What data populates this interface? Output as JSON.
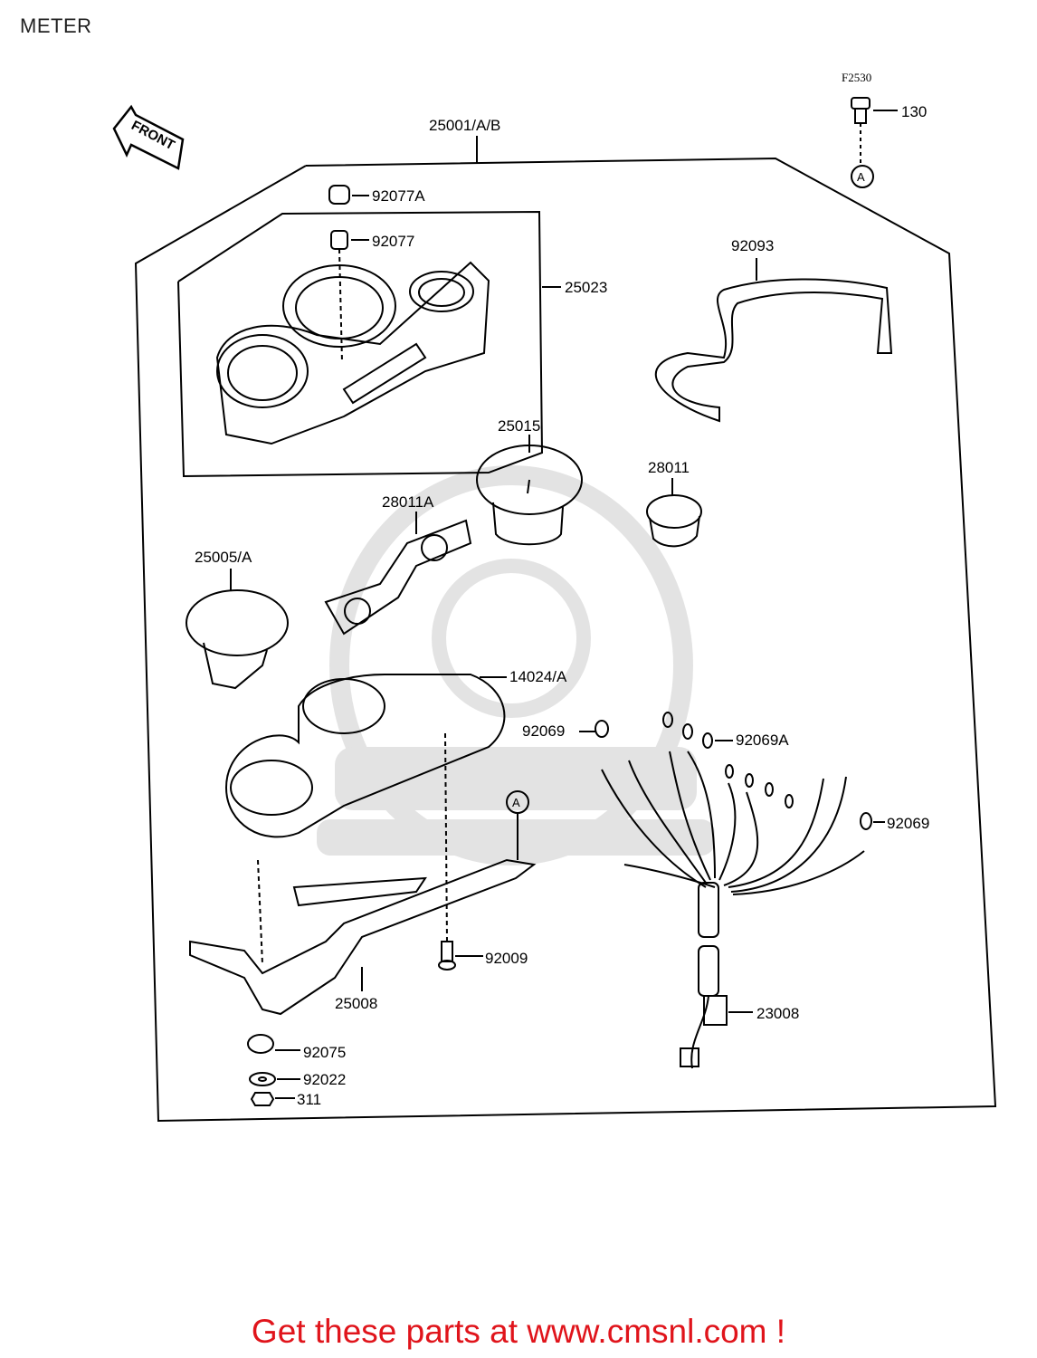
{
  "page": {
    "title": "METER"
  },
  "diagram": {
    "code": "F2530",
    "front_label": "FRONT",
    "ref_marker": "A",
    "parts": [
      {
        "id": "p130",
        "number": "130"
      },
      {
        "id": "p25001",
        "number": "25001/A/B"
      },
      {
        "id": "p92077A",
        "number": "92077A"
      },
      {
        "id": "p92077",
        "number": "92077"
      },
      {
        "id": "p25023",
        "number": "25023"
      },
      {
        "id": "p92093",
        "number": "92093"
      },
      {
        "id": "p25015",
        "number": "25015"
      },
      {
        "id": "p28011",
        "number": "28011"
      },
      {
        "id": "p28011A",
        "number": "28011A"
      },
      {
        "id": "p25005",
        "number": "25005/A"
      },
      {
        "id": "p14024",
        "number": "14024/A"
      },
      {
        "id": "p92069a",
        "number": "92069"
      },
      {
        "id": "p92069A",
        "number": "92069A"
      },
      {
        "id": "p92069b",
        "number": "92069"
      },
      {
        "id": "p92009",
        "number": "92009"
      },
      {
        "id": "p25008",
        "number": "25008"
      },
      {
        "id": "p23008",
        "number": "23008"
      },
      {
        "id": "p92075",
        "number": "92075"
      },
      {
        "id": "p92022",
        "number": "92022"
      },
      {
        "id": "p311",
        "number": "311"
      }
    ]
  },
  "footer": {
    "text": "Get these parts at www.cmsnl.com !"
  },
  "colors": {
    "footer": "#e0141b",
    "line": "#000000"
  }
}
